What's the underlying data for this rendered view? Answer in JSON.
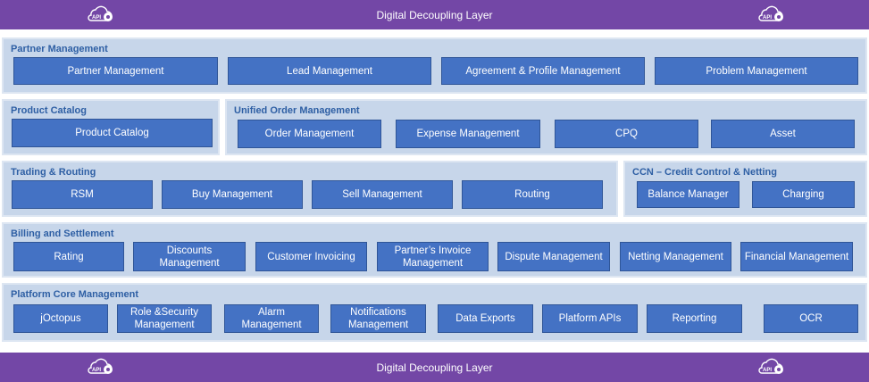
{
  "layer": {
    "top_label": "Digital Decoupling Layer",
    "bottom_label": "Digital Decoupling Layer",
    "icon": "api-cloud-gear-icon",
    "icon_text": "API"
  },
  "colors": {
    "layer_bar": "#7347a6",
    "section_bg": "#c7d6ea",
    "section_title": "#2e5fa4",
    "box": "#4472c4",
    "box_border": "#2f5597"
  },
  "sections": {
    "partner": {
      "title": "Partner Management",
      "items": [
        "Partner Management",
        "Lead Management",
        "Agreement & Profile Management",
        "Problem Management"
      ]
    },
    "catalog": {
      "title": "Product Catalog",
      "items": [
        "Product Catalog"
      ]
    },
    "order": {
      "title": "Unified Order Management",
      "items": [
        "Order Management",
        "Expense Management",
        "CPQ",
        "Asset"
      ]
    },
    "trading": {
      "title": "Trading & Routing",
      "items": [
        "RSM",
        "Buy Management",
        "Sell Management",
        "Routing"
      ]
    },
    "ccn": {
      "title": "CCN – Credit Control & Netting",
      "items": [
        "Balance Manager",
        "Charging"
      ]
    },
    "billing": {
      "title": "Billing and Settlement",
      "items": [
        "Rating",
        "Discounts Management",
        "Customer Invoicing",
        "Partner’s Invoice Management",
        "Dispute Management",
        "Netting Management",
        "Financial Management"
      ]
    },
    "platform": {
      "title": "Platform Core Management",
      "items": [
        "jOctopus",
        "Role &Security Management",
        "Alarm Management",
        "Notifications Management",
        "Data Exports",
        "Platform APIs",
        "Reporting",
        "OCR"
      ]
    }
  }
}
